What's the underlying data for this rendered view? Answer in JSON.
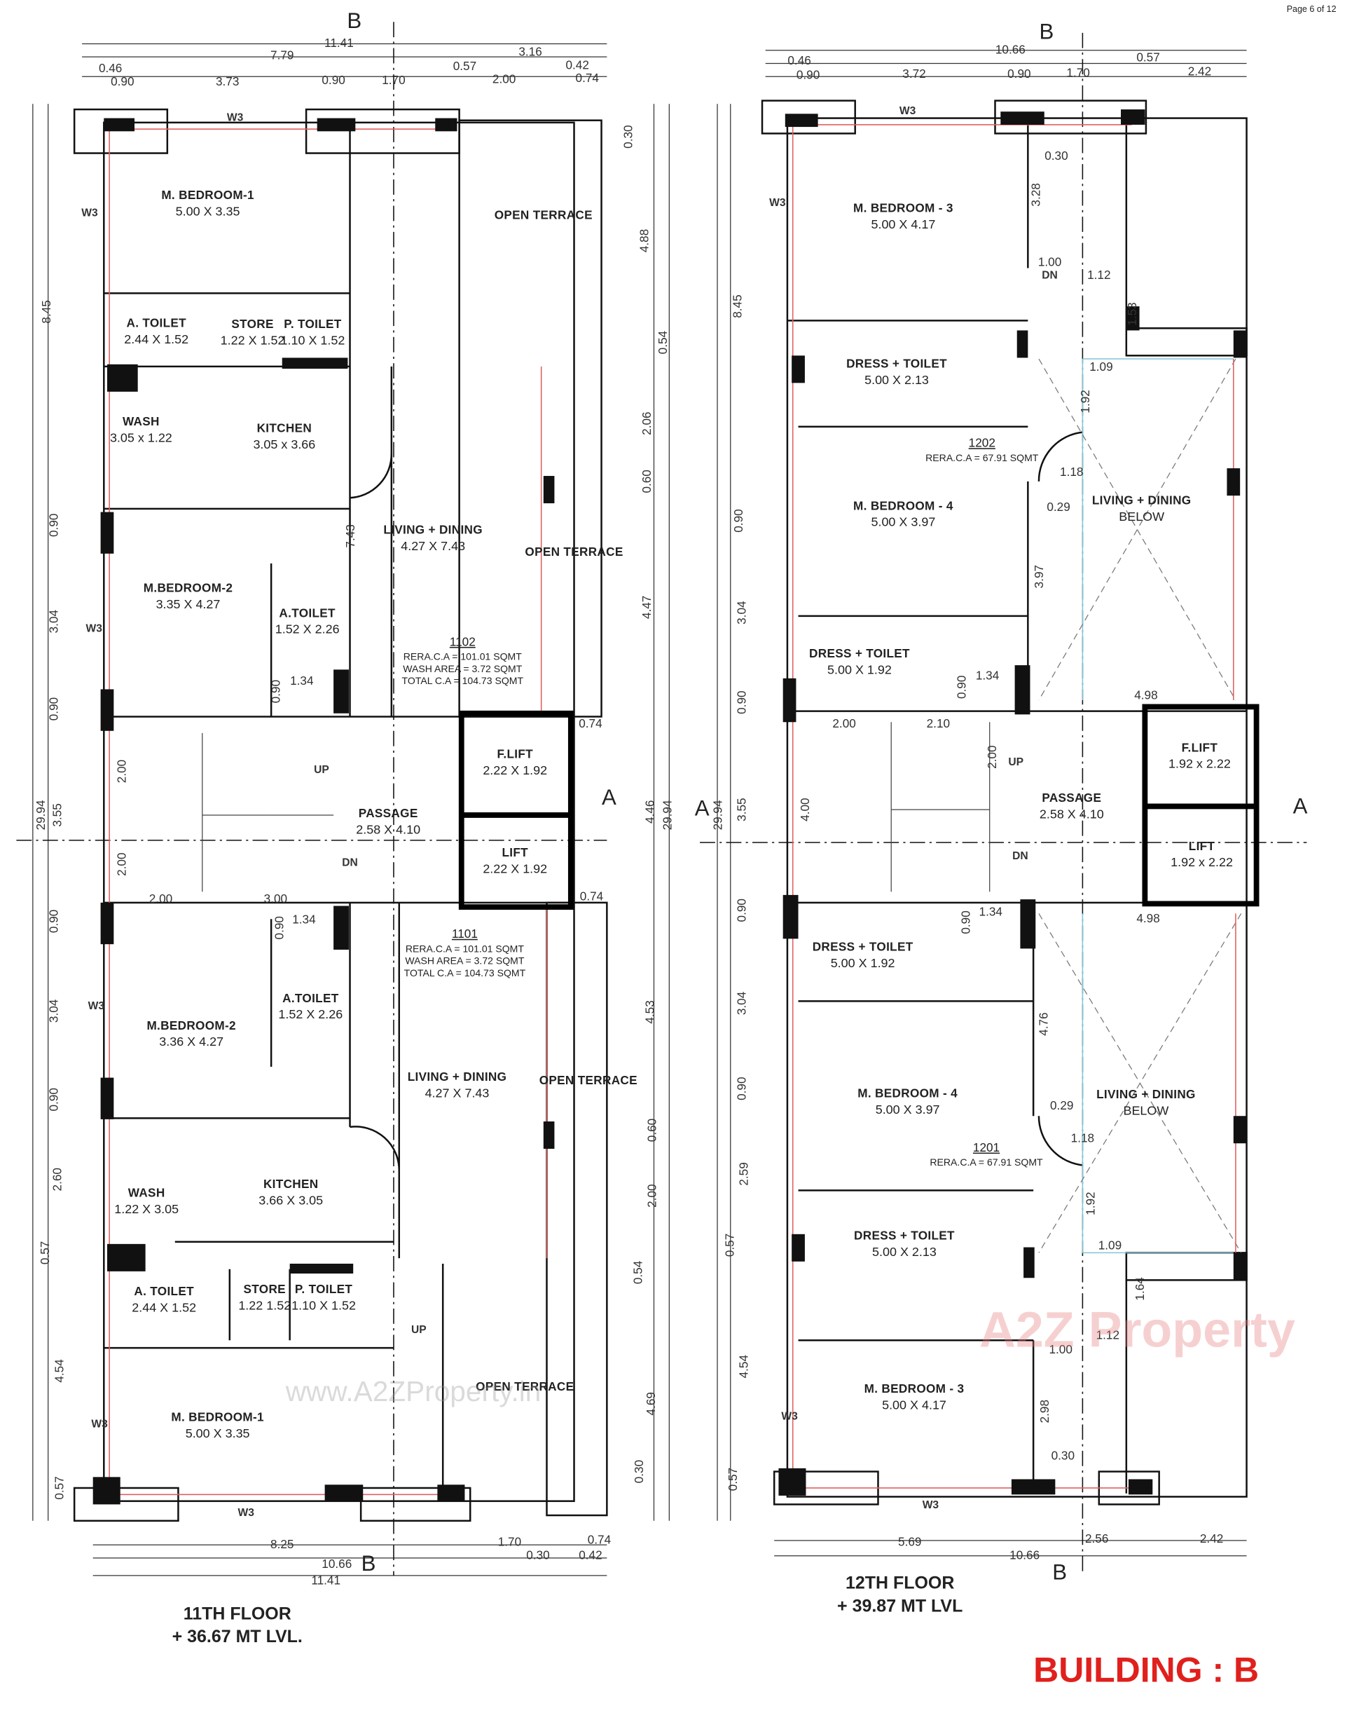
{
  "page_label": "Page 6 of 12",
  "building_label": "BUILDING : B",
  "section_marks": {
    "b": "B",
    "a": "A"
  },
  "colors": {
    "building_label": "#e0201c",
    "wall": "#111111",
    "window_line": "#e06060",
    "glass_line": "#7fc6d8"
  },
  "floor_11": {
    "title": "11TH FLOOR",
    "level": "+ 36.67 MT LVL.",
    "watermark": "www.A2ZProperty.in",
    "rooms": [
      {
        "name": "M. BEDROOM-1",
        "size": "5.00 X 3.35"
      },
      {
        "name": "OPEN TERRACE",
        "size": ""
      },
      {
        "name": "A. TOILET",
        "size": "2.44 X 1.52"
      },
      {
        "name": "STORE",
        "size": "1.22 X 1.52"
      },
      {
        "name": "P. TOILET",
        "size": "1.10 X 1.52"
      },
      {
        "name": "WASH",
        "size": "3.05 x 1.22"
      },
      {
        "name": "KITCHEN",
        "size": "3.05 x 3.66"
      },
      {
        "name": "LIVING + DINING",
        "size": "4.27 X 7.43"
      },
      {
        "name": "OPEN TERRACE",
        "size": ""
      },
      {
        "name": "M.BEDROOM-2",
        "size": "3.35 X 4.27"
      },
      {
        "name": "A.TOILET",
        "size": "1.52 X 2.26"
      },
      {
        "name": "PASSAGE",
        "size": "2.58 X 4.10"
      },
      {
        "name": "F.LIFT",
        "size": "2.22 X 1.92"
      },
      {
        "name": "LIFT",
        "size": "2.22 X 1.92"
      },
      {
        "name": "M.BEDROOM-2",
        "size": "3.36 X 4.27"
      },
      {
        "name": "A.TOILET",
        "size": "1.52 X 2.26"
      },
      {
        "name": "LIVING + DINING",
        "size": "4.27 X 7.43"
      },
      {
        "name": "OPEN TERRACE",
        "size": ""
      },
      {
        "name": "WASH",
        "size": "1.22 X 3.05"
      },
      {
        "name": "KITCHEN",
        "size": "3.66 X 3.05"
      },
      {
        "name": "A. TOILET",
        "size": "2.44 X 1.52"
      },
      {
        "name": "STORE",
        "size": "1.22  1.52"
      },
      {
        "name": "P. TOILET",
        "size": "1.10 X 1.52"
      },
      {
        "name": "OPEN TERRACE",
        "size": ""
      },
      {
        "name": "M. BEDROOM-1",
        "size": "5.00 X 3.35"
      }
    ],
    "units": [
      {
        "number": "1102",
        "lines": [
          "RERA.C.A = 101.01 SQMT",
          "WASH AREA = 3.72 SQMT",
          "TOTAL C.A = 104.73 SQMT"
        ]
      },
      {
        "number": "1101",
        "lines": [
          "RERA.C.A = 101.01 SQMT",
          "WASH AREA = 3.72 SQMT",
          "TOTAL C.A = 104.73 SQMT"
        ]
      }
    ],
    "tags": [
      "W3",
      "W3",
      "W3",
      "W3",
      "W3",
      "W3",
      "UP",
      "DN",
      "UP"
    ],
    "dims": [
      "11.41",
      "7.79",
      "3.16",
      "0.46",
      "0.57",
      "0.42",
      "0.90",
      "3.73",
      "0.90",
      "1.70",
      "2.00",
      "0.74",
      "8.45",
      "0.90",
      "3.04",
      "0.90",
      "29.94",
      "3.55",
      "0.90",
      "3.04",
      "0.90",
      "2.60",
      "0.57",
      "4.54",
      "0.57",
      "0.30",
      "4.88",
      "0.54",
      "2.06",
      "0.60",
      "4.47",
      "4.46",
      "29.94",
      "4.53",
      "0.60",
      "2.00",
      "0.54",
      "4.69",
      "0.30",
      "7.43",
      "2.00",
      "2.00",
      "2.00",
      "3.00",
      "0.74",
      "0.74",
      "0.90",
      "1.34",
      "0.90",
      "1.34",
      "8.25",
      "1.70",
      "0.74",
      "0.30",
      "0.42",
      "10.66",
      "11.41"
    ]
  },
  "floor_12": {
    "title": "12TH FLOOR",
    "level": "+ 39.87 MT LVL",
    "watermark": "A2Z Property",
    "rooms": [
      {
        "name": "M. BEDROOM - 3",
        "size": "5.00 X 4.17"
      },
      {
        "name": "DRESS + TOILET",
        "size": "5.00 X 2.13"
      },
      {
        "name": "M. BEDROOM - 4",
        "size": "5.00 X 3.97"
      },
      {
        "name": "LIVING + DINING",
        "size": "BELOW"
      },
      {
        "name": "DRESS + TOILET",
        "size": "5.00 X 1.92"
      },
      {
        "name": "PASSAGE",
        "size": "2.58 X 4.10"
      },
      {
        "name": "F.LIFT",
        "size": "1.92 x 2.22"
      },
      {
        "name": "LIFT",
        "size": "1.92 x 2.22"
      },
      {
        "name": "DRESS + TOILET",
        "size": "5.00 X 1.92"
      },
      {
        "name": "M. BEDROOM - 4",
        "size": "5.00 X 3.97"
      },
      {
        "name": "LIVING + DINING",
        "size": "BELOW"
      },
      {
        "name": "DRESS + TOILET",
        "size": "5.00 X 2.13"
      },
      {
        "name": "M. BEDROOM - 3",
        "size": "5.00 X 4.17"
      }
    ],
    "units": [
      {
        "number": "1202",
        "lines": [
          "RERA.C.A = 67.91 SQMT"
        ]
      },
      {
        "number": "1201",
        "lines": [
          "RERA.C.A = 67.91 SQMT"
        ]
      }
    ],
    "tags": [
      "W3",
      "W3",
      "W3",
      "W3",
      "UP",
      "DN",
      "DN"
    ],
    "dims": [
      "10.66",
      "0.46",
      "0.57",
      "0.90",
      "3.72",
      "0.90",
      "1.70",
      "2.42",
      "8.45",
      "0.90",
      "3.04",
      "0.90",
      "29.94",
      "3.55",
      "4.00",
      "0.90",
      "3.04",
      "0.90",
      "2.59",
      "0.57",
      "4.54",
      "0.57",
      "0.30",
      "3.28",
      "1.00",
      "1.12",
      "1.53",
      "1.09",
      "1.92",
      "1.18",
      "0.29",
      "3.97",
      "1.34",
      "0.90",
      "4.98",
      "2.00",
      "2.10",
      "2.00",
      "4.98",
      "0.90",
      "1.34",
      "4.76",
      "0.29",
      "1.18",
      "1.92",
      "1.09",
      "1.64",
      "1.12",
      "1.00",
      "2.98",
      "0.30",
      "5.69",
      "2.56",
      "2.42",
      "10.66"
    ]
  }
}
